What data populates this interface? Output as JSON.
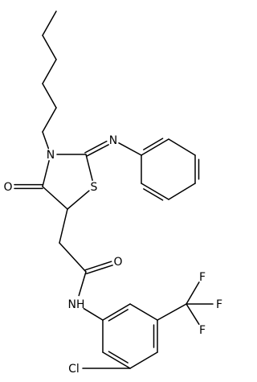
{
  "molecule": {
    "atoms": [
      {
        "id": "c1",
        "label": ""
      },
      {
        "id": "c2",
        "label": ""
      },
      {
        "id": "c3",
        "label": ""
      },
      {
        "id": "c4",
        "label": ""
      },
      {
        "id": "c5",
        "label": ""
      },
      {
        "id": "c6",
        "label": ""
      },
      {
        "id": "n3",
        "label": "N"
      },
      {
        "id": "c2r",
        "label": ""
      },
      {
        "id": "s1",
        "label": "S"
      },
      {
        "id": "c5r",
        "label": ""
      },
      {
        "id": "c4r",
        "label": ""
      },
      {
        "id": "o4",
        "label": "O"
      },
      {
        "id": "nim",
        "label": "N"
      },
      {
        "id": "ph1",
        "label": ""
      },
      {
        "id": "ph2",
        "label": ""
      },
      {
        "id": "ph3",
        "label": ""
      },
      {
        "id": "ph4",
        "label": ""
      },
      {
        "id": "ph5",
        "label": ""
      },
      {
        "id": "ph6",
        "label": ""
      },
      {
        "id": "ch2",
        "label": ""
      },
      {
        "id": "cam",
        "label": ""
      },
      {
        "id": "oam",
        "label": "O"
      },
      {
        "id": "nh",
        "label": "NH"
      },
      {
        "id": "ar1",
        "label": ""
      },
      {
        "id": "ar2",
        "label": ""
      },
      {
        "id": "ar3",
        "label": ""
      },
      {
        "id": "ar4",
        "label": ""
      },
      {
        "id": "ar5",
        "label": ""
      },
      {
        "id": "ar6",
        "label": ""
      },
      {
        "id": "cl",
        "label": "Cl"
      },
      {
        "id": "cf3",
        "label": ""
      },
      {
        "id": "f1",
        "label": "F"
      },
      {
        "id": "f2",
        "label": "F"
      },
      {
        "id": "f3",
        "label": "F"
      }
    ],
    "bonds": [
      {
        "a": "c1",
        "b": "c2",
        "order": 1
      },
      {
        "a": "c2",
        "b": "c3",
        "order": 1
      },
      {
        "a": "c3",
        "b": "c4",
        "order": 1
      },
      {
        "a": "c4",
        "b": "c5",
        "order": 1
      },
      {
        "a": "c5",
        "b": "c6",
        "order": 1
      },
      {
        "a": "c6",
        "b": "n3",
        "order": 1
      },
      {
        "a": "n3",
        "b": "c2r",
        "order": 1
      },
      {
        "a": "c2r",
        "b": "s1",
        "order": 1
      },
      {
        "a": "s1",
        "b": "c5r",
        "order": 1
      },
      {
        "a": "c5r",
        "b": "c4r",
        "order": 1
      },
      {
        "a": "c4r",
        "b": "n3",
        "order": 1
      },
      {
        "a": "c4r",
        "b": "o4",
        "order": 2
      },
      {
        "a": "c2r",
        "b": "nim",
        "order": 2
      },
      {
        "a": "nim",
        "b": "ph1",
        "order": 1
      },
      {
        "a": "ph1",
        "b": "ph2",
        "order": 2
      },
      {
        "a": "ph2",
        "b": "ph3",
        "order": 1
      },
      {
        "a": "ph3",
        "b": "ph4",
        "order": 2
      },
      {
        "a": "ph4",
        "b": "ph5",
        "order": 1
      },
      {
        "a": "ph5",
        "b": "ph6",
        "order": 2
      },
      {
        "a": "ph6",
        "b": "ph1",
        "order": 1
      },
      {
        "a": "c5r",
        "b": "ch2",
        "order": 1
      },
      {
        "a": "ch2",
        "b": "cam",
        "order": 1
      },
      {
        "a": "cam",
        "b": "oam",
        "order": 2
      },
      {
        "a": "cam",
        "b": "nh",
        "order": 1
      },
      {
        "a": "nh",
        "b": "ar1",
        "order": 1
      },
      {
        "a": "ar1",
        "b": "ar2",
        "order": 2
      },
      {
        "a": "ar2",
        "b": "ar3",
        "order": 1
      },
      {
        "a": "ar3",
        "b": "ar4",
        "order": 2
      },
      {
        "a": "ar4",
        "b": "ar5",
        "order": 1
      },
      {
        "a": "ar5",
        "b": "ar6",
        "order": 2
      },
      {
        "a": "ar6",
        "b": "ar1",
        "order": 1
      },
      {
        "a": "ar5",
        "b": "cl",
        "order": 1
      },
      {
        "a": "ar3",
        "b": "cf3",
        "order": 1
      },
      {
        "a": "cf3",
        "b": "f1",
        "order": 1
      },
      {
        "a": "cf3",
        "b": "f2",
        "order": 1
      },
      {
        "a": "cf3",
        "b": "f3",
        "order": 1
      }
    ]
  }
}
